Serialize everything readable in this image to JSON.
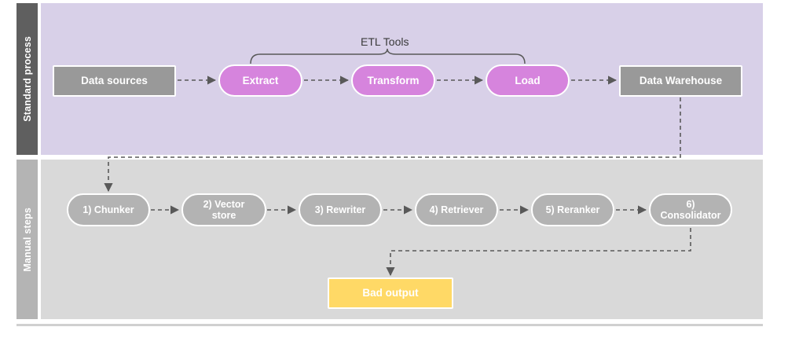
{
  "diagram": {
    "title_text": "ETL Tools",
    "lanes": [
      {
        "id": "standard",
        "label": "Standard process",
        "band_color": "#d8d0e8",
        "strip_color": "#5f5f5f"
      },
      {
        "id": "manual",
        "label": "Manual steps",
        "band_color": "#d9d9d9",
        "strip_color": "#b4b4b4"
      }
    ],
    "standard_process": {
      "source_node": {
        "label": "Data sources",
        "shape": "rect",
        "color": "#999999"
      },
      "etl_nodes": [
        {
          "label": "Extract",
          "shape": "pill",
          "color": "#d684dd"
        },
        {
          "label": "Transform",
          "shape": "pill",
          "color": "#d684dd"
        },
        {
          "label": "Load",
          "shape": "pill",
          "color": "#d684dd"
        }
      ],
      "bracket_label": "ETL Tools",
      "sink_node": {
        "label": "Data Warehouse",
        "shape": "rect",
        "color": "#999999"
      }
    },
    "manual_steps": {
      "steps": [
        {
          "label": "1) Chunker",
          "shape": "pill",
          "color": "#b3b3b3"
        },
        {
          "label": "2) Vector store",
          "shape": "pill",
          "color": "#b3b3b3"
        },
        {
          "label": "3) Rewriter",
          "shape": "pill",
          "color": "#b3b3b3"
        },
        {
          "label": "4) Retriever",
          "shape": "pill",
          "color": "#b3b3b3"
        },
        {
          "label": "5) Reranker",
          "shape": "pill",
          "color": "#b3b3b3"
        },
        {
          "label": "6) Consolidator",
          "shape": "pill",
          "color": "#b3b3b3"
        }
      ],
      "output_node": {
        "label": "Bad output",
        "shape": "rect",
        "color": "#ffd966"
      }
    },
    "connector_color": "#595959"
  }
}
